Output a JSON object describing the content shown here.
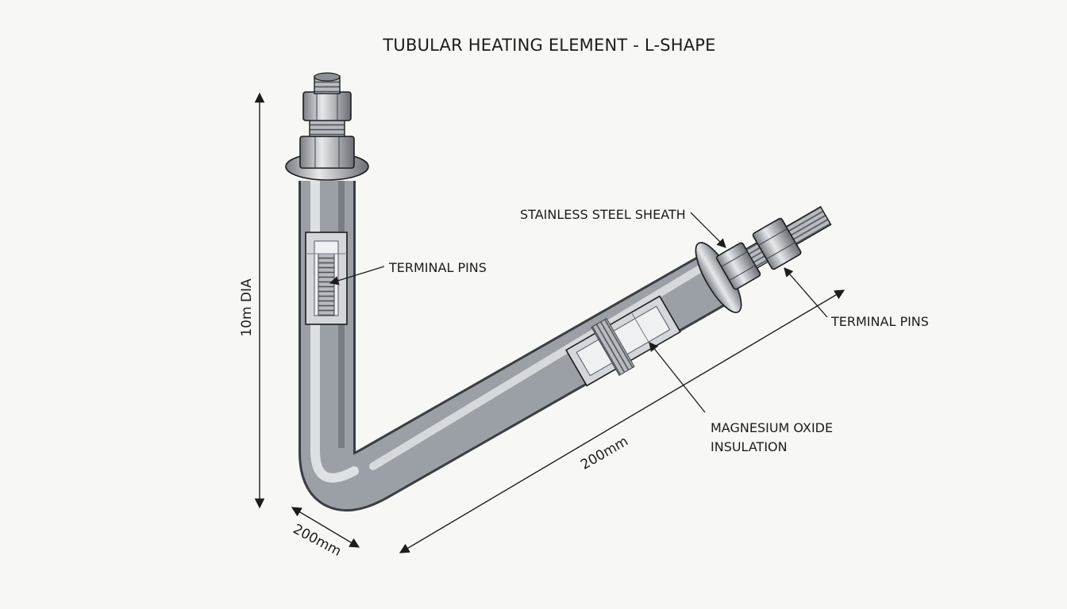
{
  "title": "TUBULAR HEATING ELEMENT - L-SHAPE",
  "labels": {
    "stainless_steel_sheath": "STAINLESS STEEL SHEATH",
    "terminal_pins_left": "TERMINAL PINS",
    "terminal_pins_right": "TERMINAL PINS",
    "magnesium_oxide_line1": "MAGNESIUM OXIDE",
    "magnesium_oxide_line2": "INSULATION"
  },
  "dimensions": {
    "vertical": "10m DIA",
    "horizontal_short": "200mm",
    "horizontal_long": "200mm"
  },
  "colors": {
    "background": "#f7f7f6",
    "metal_dark": "#6f747a",
    "metal_light": "#eef0f2",
    "line": "#1c1c1c"
  }
}
